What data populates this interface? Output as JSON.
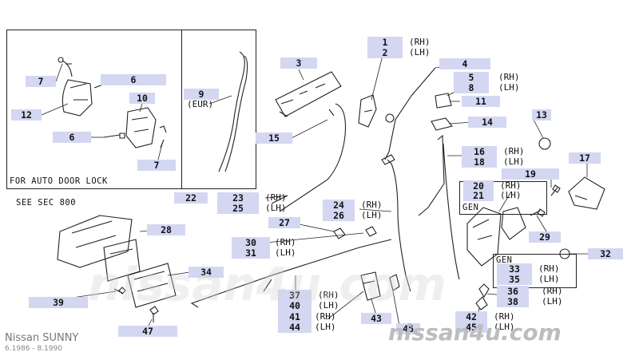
{
  "notes": {
    "auto_door_lock": "FOR AUTO DOOR LOCK",
    "see_sec": "SEE SEC 800",
    "gen_a": "GEN",
    "gen_b": "GEN"
  },
  "labels": {
    "p1": "1",
    "p2": "2",
    "p3": "3",
    "p4": "4",
    "p5": "5",
    "p6a": "6",
    "p6b": "6",
    "p7a": "7",
    "p7b": "7",
    "p8": "8",
    "p9": "9",
    "p9_sub": "(EUR)",
    "p10": "10",
    "p11": "11",
    "p12": "12",
    "p13": "13",
    "p14": "14",
    "p15": "15",
    "p16": "16",
    "p17": "17",
    "p18": "18",
    "p19": "19",
    "p20": "20",
    "p21": "21",
    "p22": "22",
    "p23": "23",
    "p24": "24",
    "p25": "25",
    "p26": "26",
    "p27": "27",
    "p28": "28",
    "p29": "29",
    "p30": "30",
    "p31": "31",
    "p32": "32",
    "p33": "33",
    "p34": "34",
    "p35": "35",
    "p36": "36",
    "p37": "37",
    "p38": "38",
    "p39": "39",
    "p40": "40",
    "p41": "41",
    "p42": "42",
    "p43": "43",
    "p44": "44",
    "p45": "45",
    "p46": "46",
    "p47": "47"
  },
  "side": {
    "rh": "(RH)",
    "lh": "(LH)"
  },
  "footer": {
    "model": "Nissan SUNNY",
    "period": "6.1986 - 8.1990",
    "watermark": "nissan4u.com"
  },
  "colors": {
    "label_bg": "#d4d7f2",
    "line": "#222222",
    "watermark": "#c4c4c4"
  }
}
